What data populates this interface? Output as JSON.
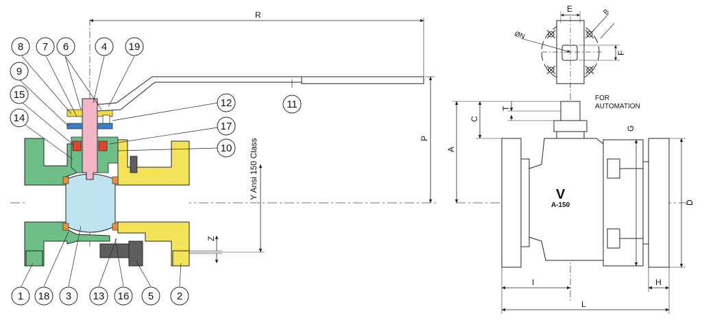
{
  "colors": {
    "body_green": "#6dbf87",
    "flange_yellow": "#f3e25a",
    "stem_pink": "#f3b6c6",
    "ball_blue": "#bfe2f0",
    "seat_orange": "#e8913a",
    "bolt_gray": "#5e5e5e",
    "gland_yellow": "#f0d84a",
    "washer_blue": "#3b7fc4",
    "packing_red": "#e0432f",
    "line": "#222222"
  },
  "balloons": [
    {
      "id": "b1",
      "label": "1"
    },
    {
      "id": "b18",
      "label": "18"
    },
    {
      "id": "b3",
      "label": "3"
    },
    {
      "id": "b13",
      "label": "13"
    },
    {
      "id": "b16",
      "label": "16"
    },
    {
      "id": "b5",
      "label": "5"
    },
    {
      "id": "b2",
      "label": "2"
    },
    {
      "id": "b8",
      "label": "8"
    },
    {
      "id": "b7",
      "label": "7"
    },
    {
      "id": "b6",
      "label": "6"
    },
    {
      "id": "b4",
      "label": "4"
    },
    {
      "id": "b19",
      "label": "19"
    },
    {
      "id": "b9",
      "label": "9"
    },
    {
      "id": "b15",
      "label": "15"
    },
    {
      "id": "b14",
      "label": "14"
    },
    {
      "id": "b12",
      "label": "12"
    },
    {
      "id": "b17",
      "label": "17"
    },
    {
      "id": "b10",
      "label": "10"
    },
    {
      "id": "b11",
      "label": "11"
    }
  ],
  "dimensions": {
    "R": "R",
    "P": "P",
    "Z": "Z",
    "Y": "Y Ansi 150 Class",
    "A": "A",
    "C": "C",
    "T": "T",
    "G": "G",
    "D": "D",
    "I": "I",
    "H": "H",
    "L": "L",
    "E": "E",
    "B": "B",
    "F": "F",
    "N": "ØN"
  },
  "notes": {
    "automation_line1": "FOR",
    "automation_line2": "AUTOMATION",
    "body_logo": "V",
    "body_rating": "A-150"
  }
}
